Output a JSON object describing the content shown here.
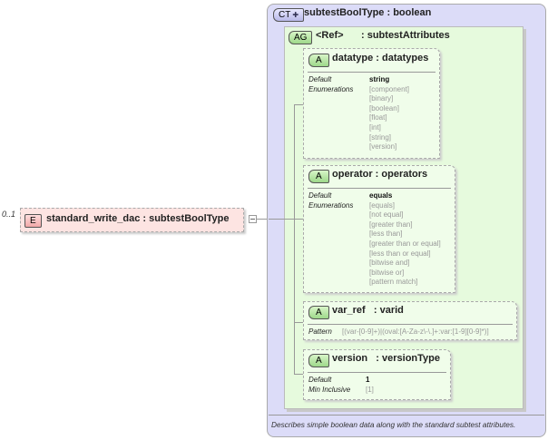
{
  "element": {
    "cardinality": "0..1",
    "badge": "E",
    "name": "standard_write_dac : subtestBoolType"
  },
  "complex_type": {
    "badge": "CT",
    "name": "subtestBoolType : boolean",
    "description": "Describes simple boolean data along with the standard subtest attributes."
  },
  "attribute_group": {
    "badge": "AG",
    "ref": "<Ref>",
    "name": ": subtestAttributes"
  },
  "attributes": [
    {
      "badge": "A",
      "name": "datatype : datatypes",
      "labels": [
        "Default",
        "Enumerations"
      ],
      "default": "string",
      "values": [
        "[component]",
        "[binary]",
        "[boolean]",
        "[float]",
        "[int]",
        "[string]",
        "[version]"
      ]
    },
    {
      "badge": "A",
      "name": "operator : operators",
      "labels": [
        "Default",
        "Enumerations"
      ],
      "default": "equals",
      "values": [
        "[equals]",
        "[not equal]",
        "[greater than]",
        "[less than]",
        "[greater than or equal]",
        "[less than or equal]",
        "[bitwise and]",
        "[bitwise or]",
        "[pattern match]"
      ]
    },
    {
      "badge": "A",
      "name": "var_ref   : varid",
      "labels": [
        "Pattern"
      ],
      "values": [
        "[(var-[0-9]+)|(oval:[A-Za-z\\-\\.]+:var:[1-9][0-9]*)]"
      ]
    },
    {
      "badge": "A",
      "name": "version   : versionType",
      "labels": [
        "Default",
        "Min Inclusive"
      ],
      "default": "1",
      "values": [
        "[1]"
      ]
    }
  ]
}
